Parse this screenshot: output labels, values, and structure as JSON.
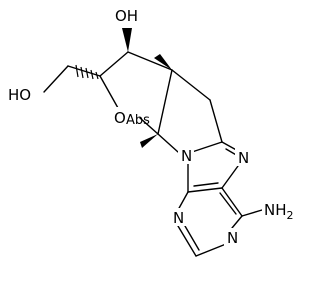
{
  "molecule": {
    "labels": {
      "oh_top": "OH",
      "oh_left": "HO",
      "ring_o": "O",
      "abs": "Abs",
      "n9": "N",
      "n7": "N",
      "n1": "N",
      "n3": "N",
      "nh2": "NH",
      "nh2_sub": "2"
    }
  }
}
